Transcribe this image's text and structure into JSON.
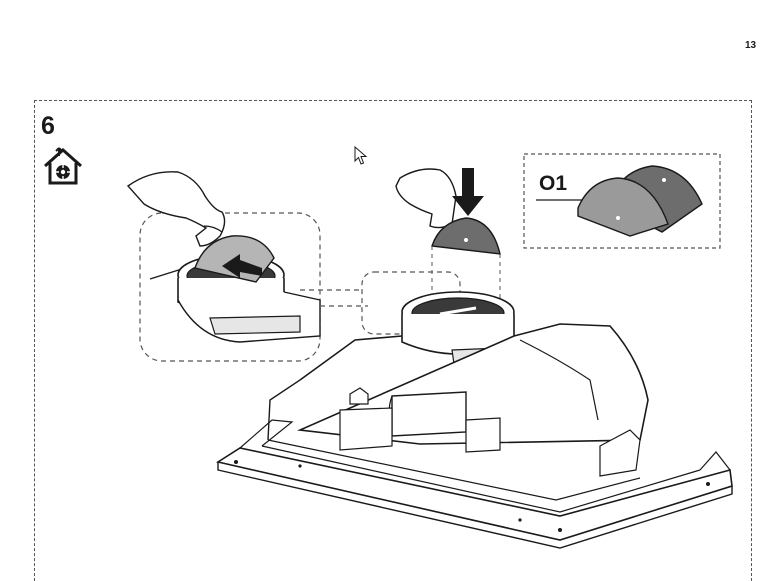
{
  "page": {
    "number": "13"
  },
  "step": {
    "number": "6"
  },
  "callout": {
    "part_label": "O1"
  },
  "icons": {
    "house": "house-with-fan-icon",
    "cursor": "mouse-pointer-icon",
    "arrow": "direction-arrow-icon",
    "hand": "hand-icon"
  },
  "colors": {
    "damper_dark": "#6d6d6d",
    "damper_light": "#9a9a9a",
    "line": "#1a1a1a"
  }
}
